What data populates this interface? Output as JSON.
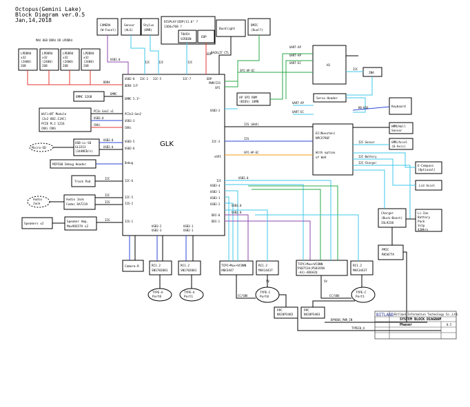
{
  "header": {
    "title": "Octopus(Gemini Lake)",
    "version": "Block Diagram ver.0.5",
    "date": "Jan,14,2018",
    "ram_note": "MAX 8GB DDR4 OR LPDDR4"
  },
  "colors": {
    "red": "#e3342f",
    "blue": "#2a46d6",
    "green": "#28a745",
    "orange": "#f39c12",
    "cyan": "#3ec7e8",
    "purple": "#8e44ad",
    "black": "#000000",
    "gray": "#888888"
  },
  "blocks": {
    "cpu": "GLK",
    "camera": [
      "CAMERA",
      "(W-Facel)"
    ],
    "sensor": [
      "Sensor",
      "(ALS)"
    ],
    "stylus": [
      "Stylus",
      "(EMR)"
    ],
    "display": [
      "DISPLAY(EDP)11.6\" ?",
      "1366x768 ?"
    ],
    "touch": [
      "TOUCH",
      "SCREEN"
    ],
    "edp": [
      "EDP"
    ],
    "backlight": [
      "Backlight"
    ],
    "dmic_top": [
      "DMIC",
      "(Dual?)"
    ],
    "h1": [
      "H1"
    ],
    "ina": [
      "INA"
    ],
    "ap_spi": [
      "AP SPI ROM",
      "(BIOS) 16MB"
    ],
    "servo": [
      "Servo Header"
    ],
    "keyboard": [
      "Keyboard"
    ],
    "ec": [
      "EC(Nuvoton)",
      "NPCX796F"
    ],
    "wov": [
      "With option",
      "of WoV"
    ],
    "hall": [
      "HMM/Hall",
      "Sensor"
    ],
    "gyro": [
      "GMR/Accel",
      "(6-Axis)"
    ],
    "compass": [
      "E-Compass",
      "(Optional)"
    ],
    "lid_accel": [
      "Lid Accel"
    ],
    "charger": [
      "Charger",
      "(Buck-Boost)",
      "ISL9238"
    ],
    "battery": [
      "Li-Ion",
      "Battery",
      "Pack",
      "3s1p",
      "42Whrs"
    ],
    "pmic": [
      "PMIC",
      "RK5077A"
    ],
    "lpddr": [
      "LPDDR4",
      "x32",
      "(2400)",
      "2GB"
    ],
    "emmc": [
      "EMMC 32GB"
    ],
    "wifi": [
      "WiFi+BT Module",
      "(2x2 802.11AC)",
      "PCIE M.2 1216"
    ],
    "usb_micro": [
      "USB-Ls-SD",
      "GL3213",
      "(144NCB/s)"
    ],
    "micro_sd": [
      "Micro-SD"
    ],
    "mipi_debug": [
      "MIPI60 Debug Header"
    ],
    "trackpad": [
      "Track Pad"
    ],
    "audio_jack": [
      "Audio",
      "Jack"
    ],
    "codec": [
      "Audio Jack",
      "Codec DA7219"
    ],
    "speakers": [
      "Speakers x2"
    ],
    "spk_amp": [
      "Speaker Amp.",
      "Max98357A x2"
    ],
    "camera_r": [
      "Camera-R"
    ],
    "rc_left1": [
      "RC1.2",
      "SN1702001"
    ],
    "rc_left2": [
      "RC1.2",
      "SN1702001"
    ],
    "type_a1": [
      "TYPE-A",
      "Port0"
    ],
    "type_a2": [
      "TYPE-A",
      "Port1"
    ],
    "tcpc_left": [
      "TCPC+Mux+VCONN",
      "ANX3447"
    ],
    "rc_mid": [
      "RC1.2",
      "MAX14437"
    ],
    "type_c0": [
      "TYPE-C",
      "Port0"
    ],
    "ppc_left1": [
      "PPC",
      "NX20P3483"
    ],
    "ppc_left2": [
      "PPC",
      "NX20P3483"
    ],
    "tcpc_right": [
      "TCPC+Mux+VCONN",
      "PS8751A(PS8195N",
      "-A3)-AD6A2Q"
    ],
    "rc_right": [
      "RC1.2",
      "MAX14437"
    ],
    "type_c1": [
      "TYPE-C",
      "Port1"
    ]
  },
  "cpu_pins": {
    "left": [
      "DDR4 I/F",
      "EMMC 5.1*",
      "PCIe3-Gen2",
      "USB3-3",
      "CNVi",
      "USB3-5",
      "USB2-6",
      "Debug",
      "I2C-6",
      "I2C-5",
      "I2S-2",
      "I2S-1"
    ],
    "top": [
      "USB2-8",
      "I2C-1",
      "I2C-5",
      "I2C-7",
      "EDP"
    ],
    "right": [
      "PWM/I2S",
      "SPI",
      "USB3-2",
      "I2C-3",
      "eSPI",
      "I2C",
      "USB3-4",
      "USB2-1",
      "USB3-1",
      "USB2-2",
      "DDI-0",
      "DDI-1"
    ],
    "bottom": [
      "USB3-2",
      "USB2-3",
      "USB3-1",
      "USB2-1"
    ]
  },
  "net_labels": {
    "ddr": "DDR4",
    "emmc": "EMMC",
    "pcie": "PCIe Gen2 x1",
    "usb20a": "USB2.0",
    "usb20b": "USB2.0",
    "cnvi": "CNVi",
    "cnvi_module": "CNVi CNVi",
    "usb20c": "USB2.0",
    "usb2c": "USB2.0",
    "i2c_tp": "I2C",
    "i2c_codec": "I2C",
    "i2s_codec": "I2S",
    "i2s_amp": "I2S",
    "usb2_top": "USB2.0",
    "i2c_top1": "I2C",
    "i2c_top2": "I2C",
    "edp_top": "EDP",
    "i2c_top3": "I2C",
    "i2c_top4": "I2C",
    "backlight_pwm": "BACKLIT CTL",
    "spi_ap": "SPI-AP-EC",
    "ec_usb2": "USB2.0",
    "uart": "UART",
    "h1_spi1": "UART-AP",
    "h1_spi2": "UART-AP",
    "h1_spi3": "UART-EC",
    "i2c_ina": "I2C",
    "spi_rom": "SPI-AP-EC",
    "uart_servo": "UART-AP",
    "uart_servo2": "UART-EC",
    "ec_kb": "KB-KSO",
    "i2s_wov": "I2S (WoV)",
    "i2s_h1": "I2S",
    "spi_ec": "SPI-AP-EC",
    "esp_wov": "SPI-AP-EC",
    "i2c_sensor": "I2C-Sensor",
    "i2c_battery": "I2C-Battery",
    "i2c_charger": "I2C-Charger",
    "i2c_sensor_right": "I2C",
    "ec_pwm_gyro": "I2C",
    "pwm_compass": "I2C",
    "usb_right1": "USB2.0",
    "usb_right2": "USB3.0",
    "usb_right3": "USB2.0",
    "cc_sbu_l": "CC/SBU",
    "cc_sbu_r": "CC/SBU",
    "vbus_l": "5V",
    "vbus_r": "5V",
    "ppc_pwr": "DPVBUS_PWR_IN",
    "ppc_gnd": "TYPEC0_A"
  },
  "title_block": {
    "company": "BITLAND",
    "company_full": "Bitland Information Technology Co.,Ltd.",
    "sheet_title": "SYSTEM BLOCK DIAGRAM",
    "project": "Phaser",
    "rev": "0.5"
  }
}
